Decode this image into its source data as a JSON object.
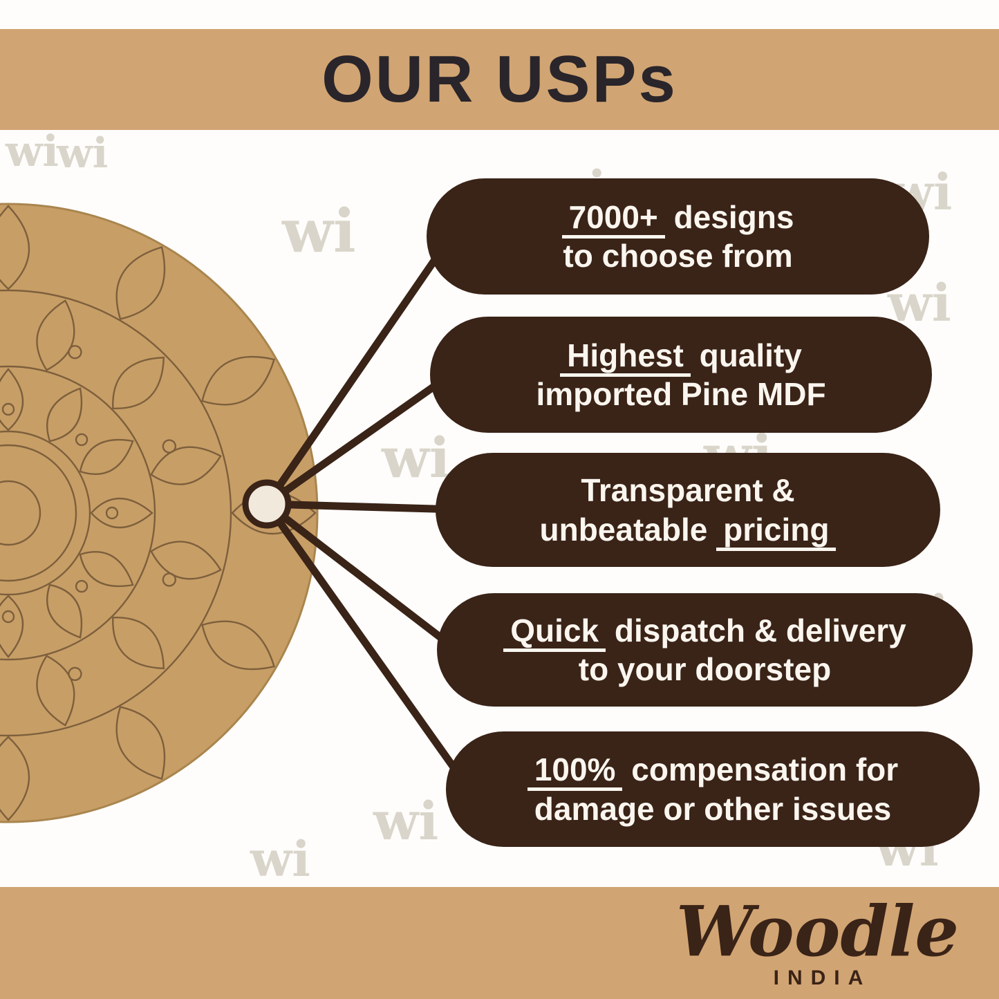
{
  "header": {
    "title": "OUR USPs"
  },
  "watermark": {
    "text": "wi"
  },
  "diagram": {
    "usps": [
      {
        "line1": [
          {
            "t": "7000+",
            "u": true
          },
          {
            "t": " designs",
            "u": false
          }
        ],
        "line2": [
          {
            "t": "to choose from",
            "u": false
          }
        ]
      },
      {
        "line1": [
          {
            "t": "Highest",
            "u": true
          },
          {
            "t": " quality",
            "u": false
          }
        ],
        "line2": [
          {
            "t": "imported Pine MDF",
            "u": false
          }
        ]
      },
      {
        "line1": [
          {
            "t": "Transparent &",
            "u": false
          }
        ],
        "line2": [
          {
            "t": "unbeatable ",
            "u": false
          },
          {
            "t": "pricing",
            "u": true
          }
        ]
      },
      {
        "line1": [
          {
            "t": "Quick",
            "u": true
          },
          {
            "t": " dispatch & delivery",
            "u": false
          }
        ],
        "line2": [
          {
            "t": "to your doorstep",
            "u": false
          }
        ]
      },
      {
        "line1": [
          {
            "t": "100%",
            "u": true
          },
          {
            "t": " compensation for",
            "u": false
          }
        ],
        "line2": [
          {
            "t": "damage or other issues",
            "u": false
          }
        ]
      }
    ]
  },
  "footer": {
    "brand": "Woodle",
    "sub": "INDIA"
  },
  "colors": {
    "band_tan": "#d1a473",
    "pill_brown": "#3a2317",
    "text_cream": "#faf6ef",
    "board_tan": "#c79e66",
    "mandala_line": "#7d5f3c",
    "watermark_gray": "#d9d5ca",
    "title_dark": "#29252a"
  }
}
